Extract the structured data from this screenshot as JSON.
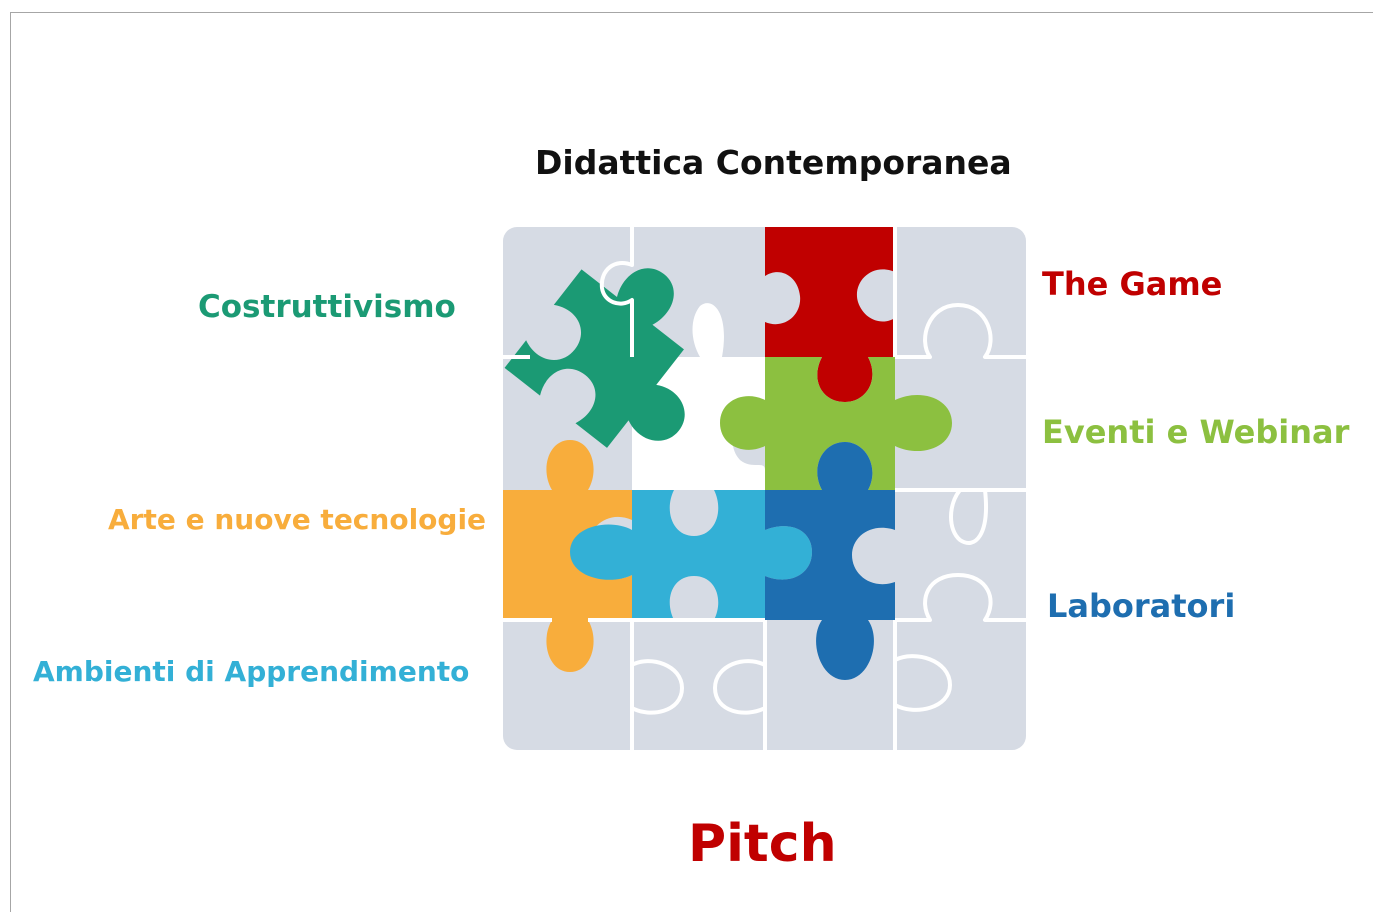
{
  "title": "Didattica Contemporanea",
  "left_labels": {
    "costruttivismo": "Costruttivismo",
    "arte": "Arte e nuove tecnologie",
    "ambienti": "Ambienti di Apprendimento"
  },
  "right_labels": {
    "the_game": "The Game",
    "eventi": "Eventi e Webinar",
    "laboratori": "Laboratori"
  },
  "bottom_label": "Pitch",
  "colors": {
    "board": "#d6dbe4",
    "teal_green": "#1b9a74",
    "red": "#c00000",
    "light_green": "#8cc040",
    "orange": "#f8ad3c",
    "cyan": "#33b0d6",
    "blue": "#1e6eb0",
    "title": "#111111"
  }
}
